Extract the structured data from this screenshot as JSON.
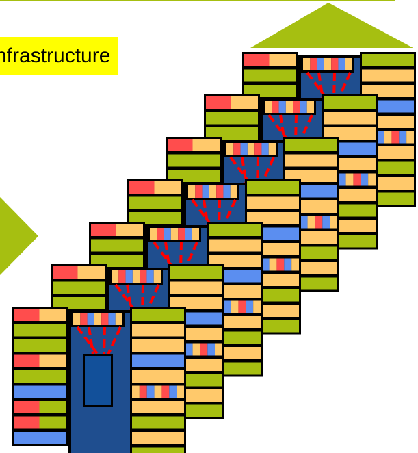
{
  "label": {
    "text": "nfrastructure"
  },
  "colors": {
    "green": "#a6bf11",
    "red": "#ff4d4d",
    "orange": "#ffc96b",
    "blue": "#5b8ef0",
    "navy": "#1f4e8f",
    "dark_blue": "#12509a",
    "highlight": "#ffff00",
    "spark": "#ff0000"
  },
  "shapes": {
    "left_arrow": "green-triangle",
    "roof": "green-triangle",
    "device_stack": "stacked-racks"
  },
  "stack": {
    "count": 7,
    "left_column": [
      "red-orange",
      "green",
      "green",
      "red-orange",
      "green",
      "blue",
      "red-green",
      "red-green",
      "blue"
    ],
    "right_column": [
      "green",
      "orange",
      "orange",
      "blue",
      "orange",
      "striped",
      "orange",
      "green",
      "orange",
      "green"
    ]
  }
}
